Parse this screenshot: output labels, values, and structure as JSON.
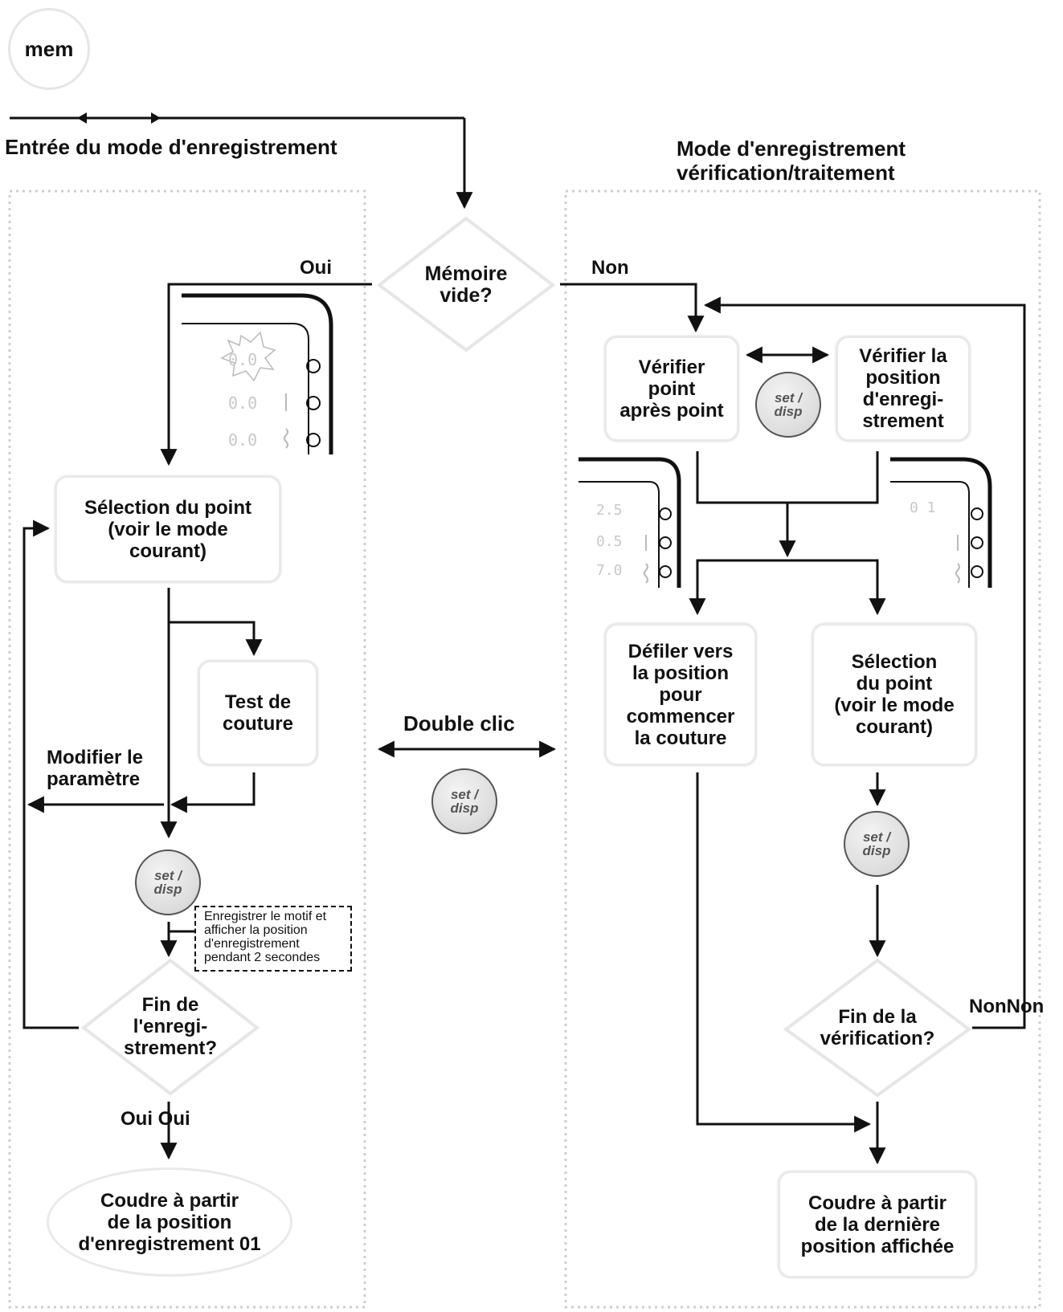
{
  "mem_label": "mem",
  "left_title": "Entrée du mode d'enregistrement",
  "right_title": "Mode d'enregistrement\nvérification/traitement",
  "decision_memory": "Mémoire\nvide?",
  "label_yes_top": "Oui",
  "label_no_top": "Non",
  "box_select_point_left": "Sélection du point\n(voir le mode\ncourant)",
  "box_test": "Test de\ncouture",
  "label_modify": "Modifier le\nparamètre",
  "note_save": "Enregistrer le motif et\nafficher la position\nd'enregistrement\npendant 2 secondes",
  "decision_end_record": "Fin de\nl'enregi-\nstrement?",
  "label_yes_bottom": "Oui Oui",
  "end_sew_from_01": "Coudre à partir\nde la position\nd'enregistrement 01",
  "double_click": "Double clic",
  "button_label": "set /\ndisp",
  "box_verify_point": "Vérifier\npoint\naprès point",
  "box_verify_position": "Vérifier la\nposition\nd'enregi-\nstrement",
  "box_scroll": "Défiler vers\nla position\npour\ncommencer\nla couture",
  "box_select_point_right": "Sélection\ndu point\n(voir le mode\ncourant)",
  "decision_end_verify": "Fin de la\nvérification?",
  "label_no_right": "NonNon",
  "end_sew_last": "Coudre à partir\nde la dernière\nposition affichée",
  "display_values": {
    "left_row1": "0.0",
    "left_row2": "0.0",
    "left_row3": "0.0",
    "mid_row1": "2.5",
    "mid_row2": "0.5",
    "mid_row3": "7.0",
    "right_row1": "0 1"
  }
}
